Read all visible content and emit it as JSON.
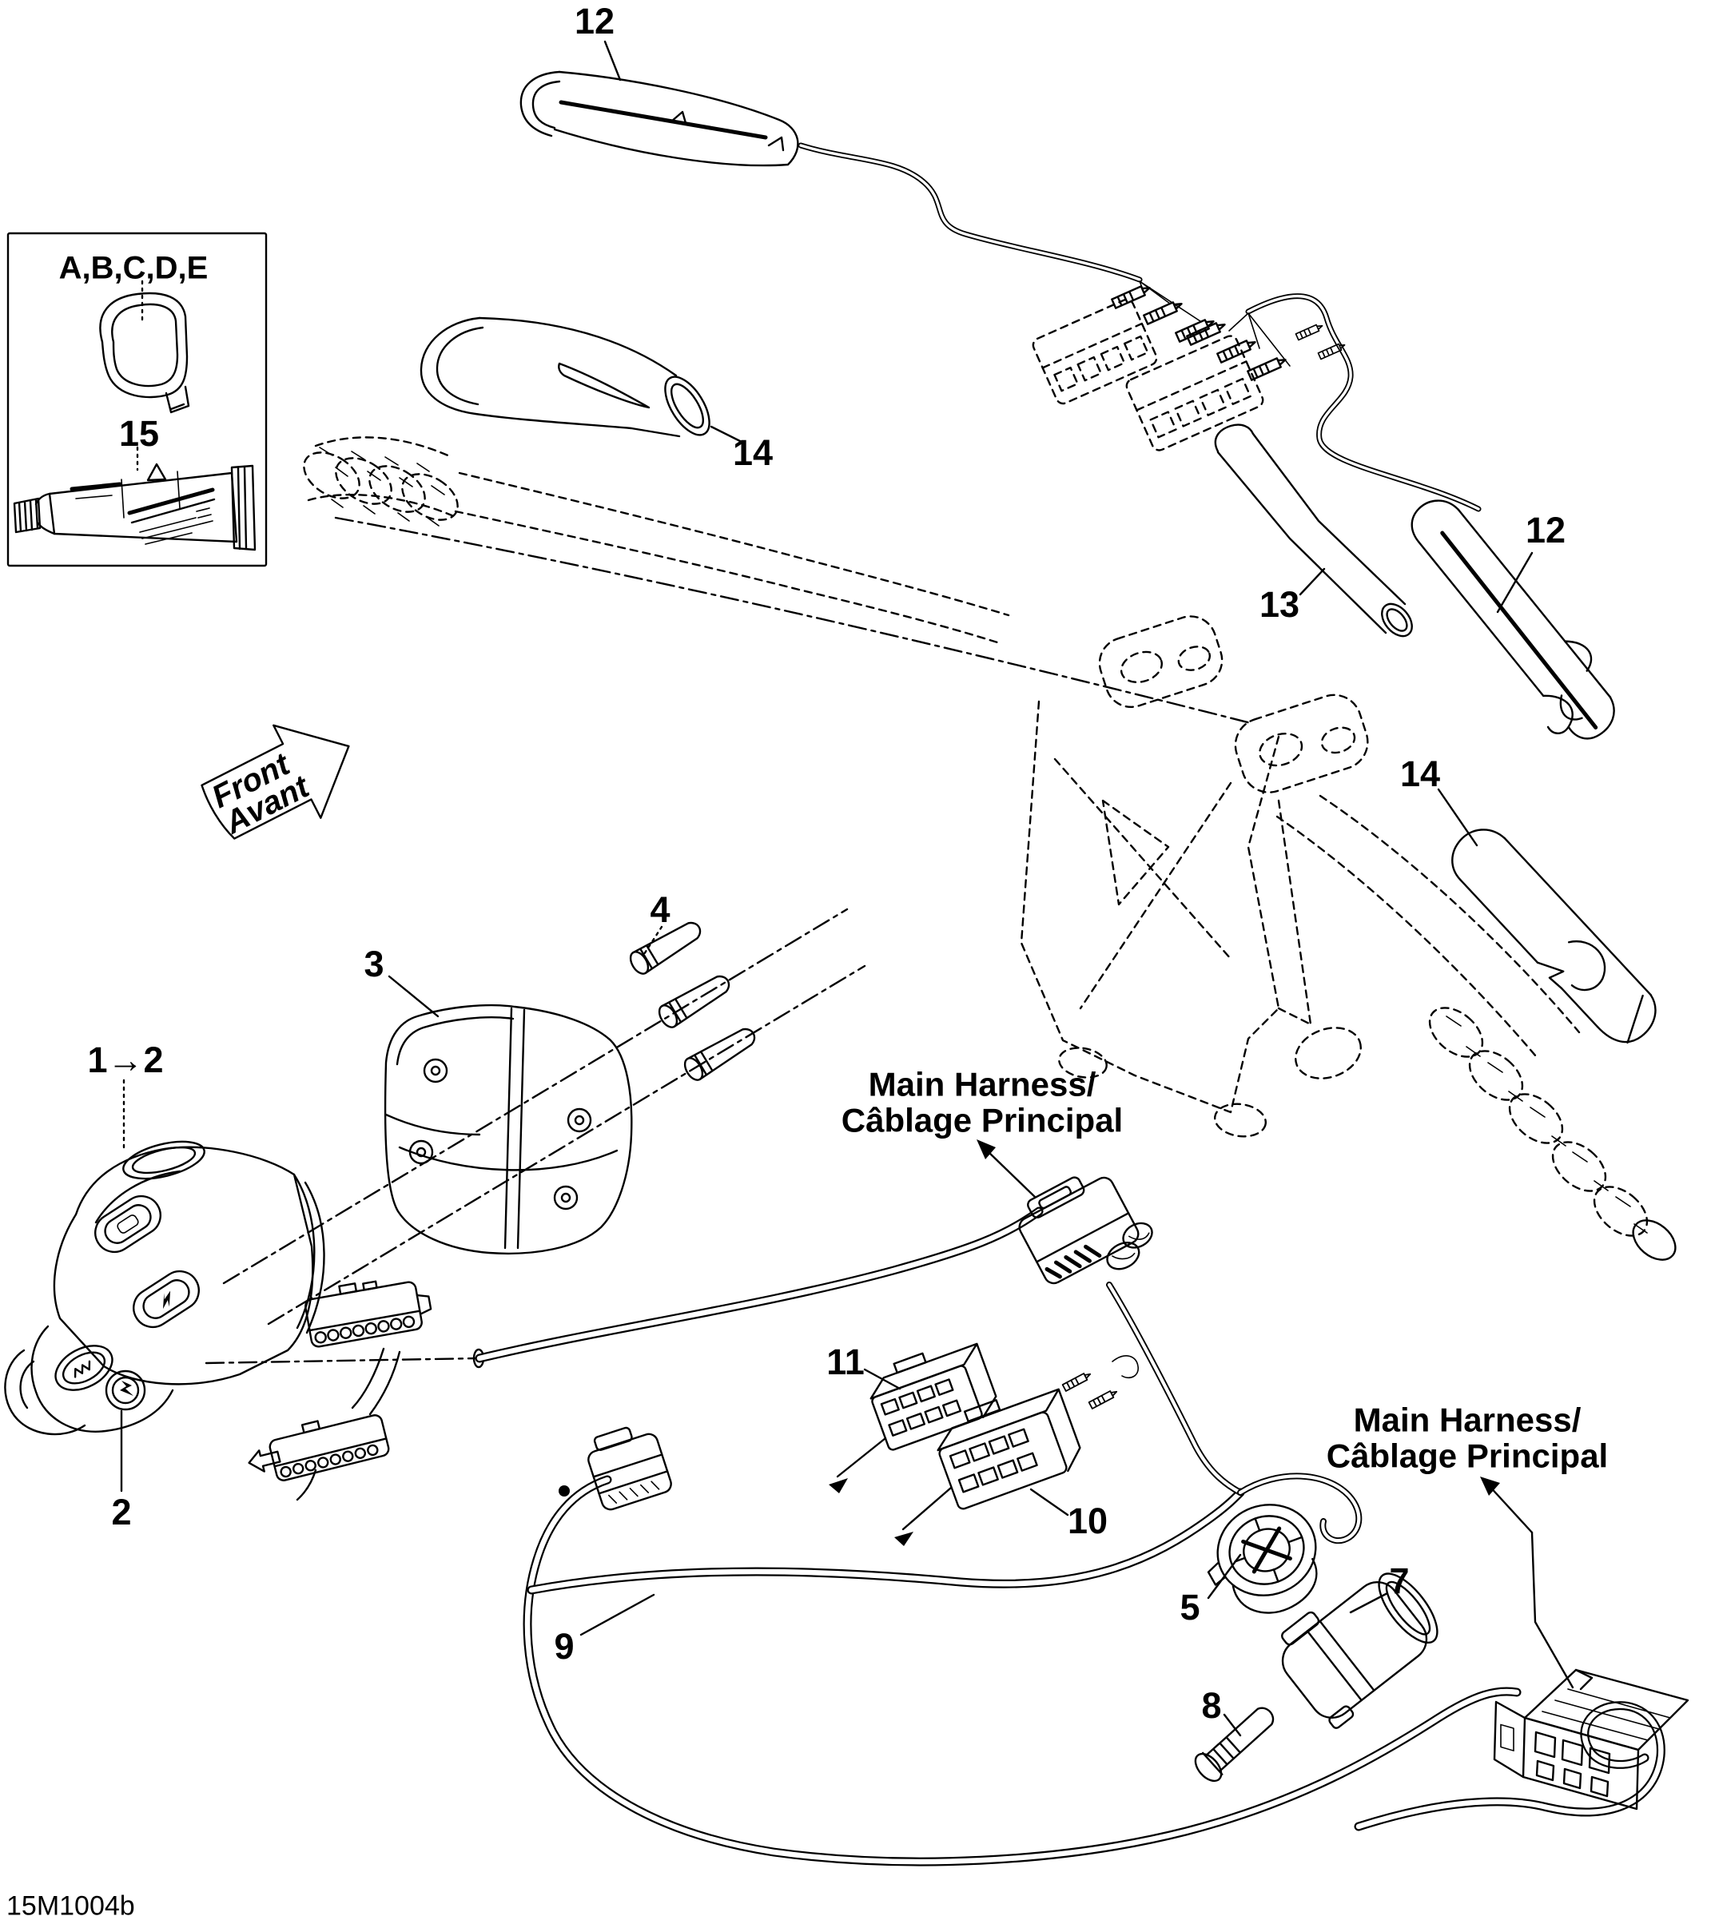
{
  "page": {
    "background": "#ffffff",
    "ink": "#000000"
  },
  "drawing_code": "15M1004b",
  "legend": {
    "cap_variants_label": "A,B,C,D,E",
    "grease_tube_label": "15"
  },
  "front_arrow": {
    "en": "Front",
    "fr": "Avant"
  },
  "harness_note": {
    "line1": "Main Harness/",
    "line2": "Câblage Principal"
  },
  "callouts": {
    "c12_top": "12",
    "c14_left": "14",
    "c12_right": "12",
    "c13": "13",
    "c14_right": "14",
    "c4": "4",
    "c3": "3",
    "c1to2": "1→2",
    "c2": "2",
    "c11": "11",
    "c10": "10",
    "c5": "5",
    "c7": "7",
    "c8": "8",
    "c9": "9"
  }
}
